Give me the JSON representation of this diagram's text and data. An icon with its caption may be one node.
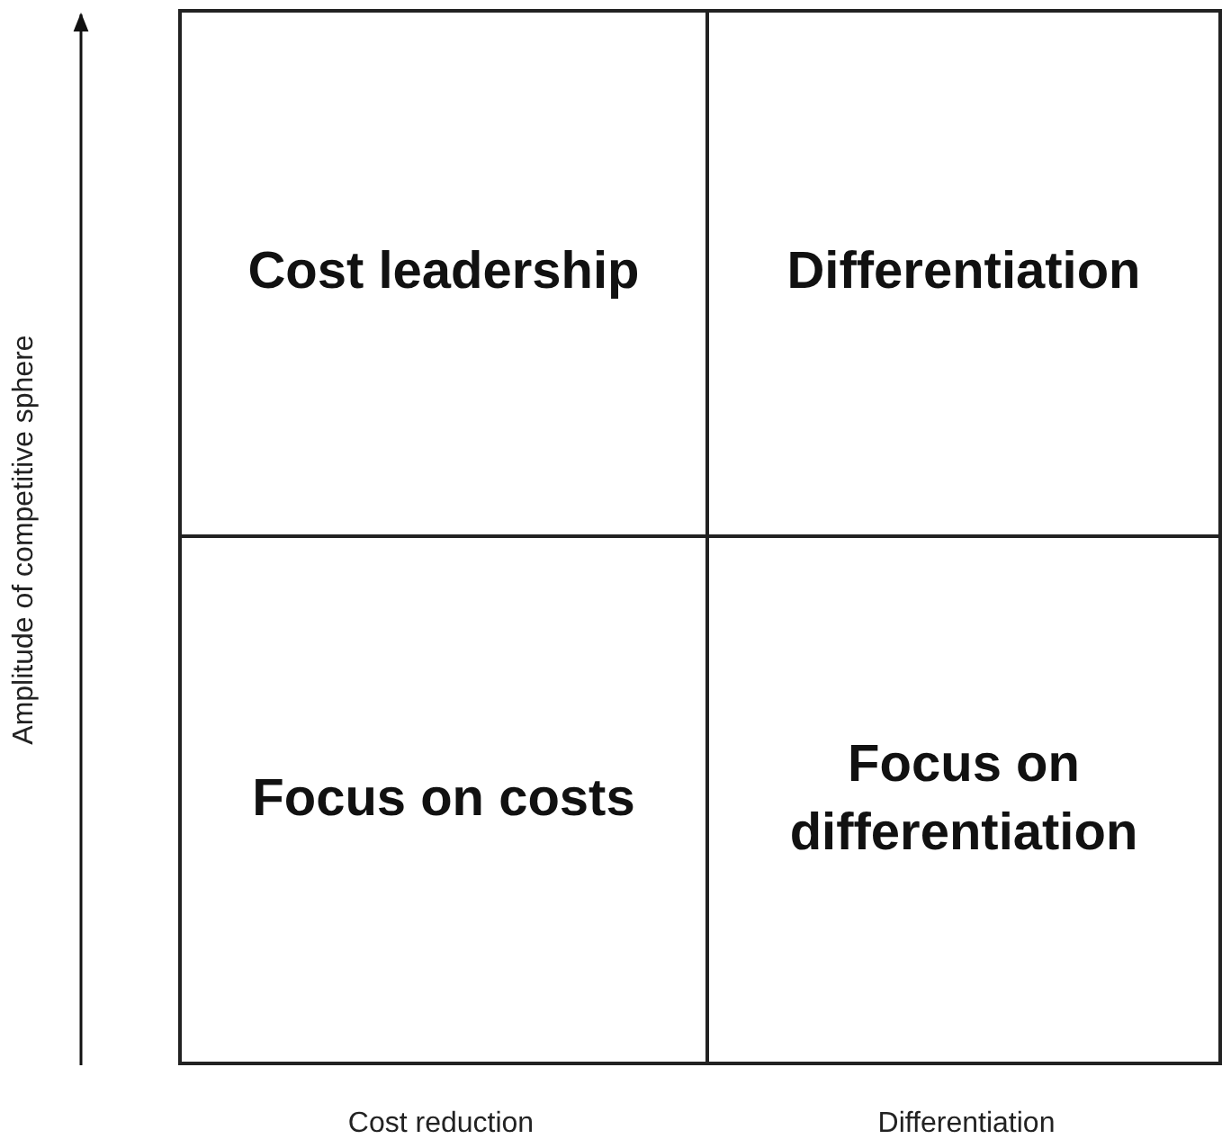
{
  "diagram": {
    "nodes": [
      {
        "text": [
          "Cost leadership"
        ]
      },
      {
        "text": [
          "Differentiation"
        ]
      },
      {
        "text": [
          "Focus on costs"
        ]
      },
      {
        "text": [
          "Focus on differentiation"
        ]
      }
    ],
    "labels": [
      "Amplitude of competitive sphere",
      "Cost reduction",
      "Differentiation"
    ]
  }
}
